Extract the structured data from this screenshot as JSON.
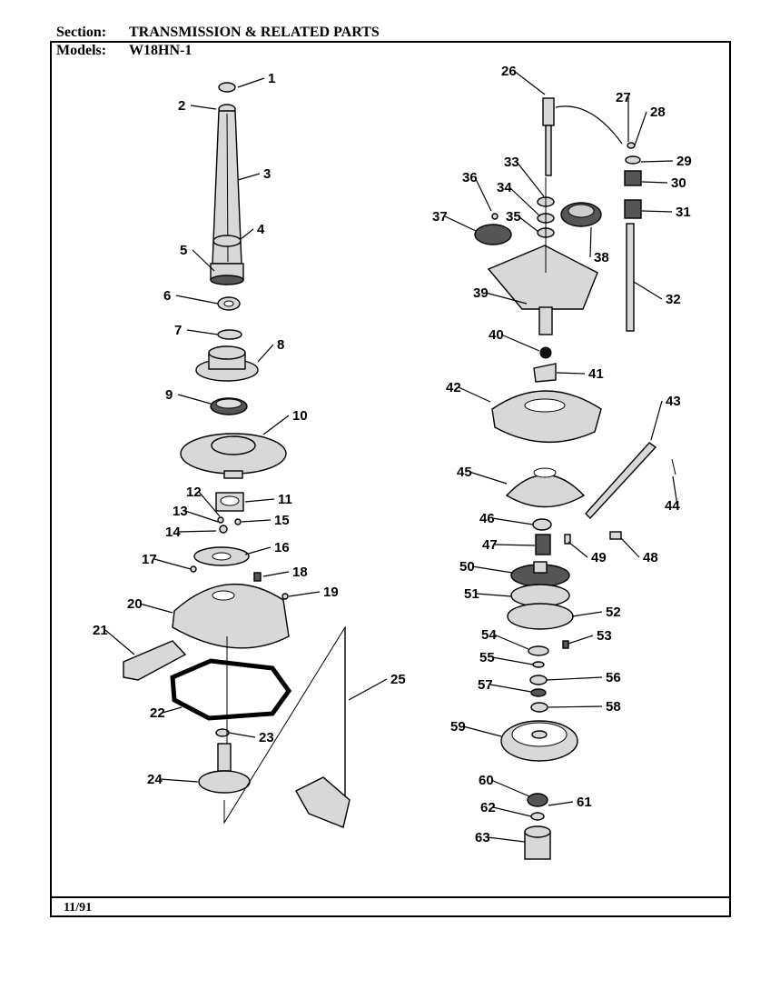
{
  "header": {
    "section_label": "Section:",
    "section_value": "TRANSMISSION & RELATED PARTS",
    "models_label": "Models:",
    "models_value": "W18HN-1"
  },
  "footer": {
    "date": "11/91"
  },
  "callouts": [
    "1",
    "2",
    "3",
    "4",
    "5",
    "6",
    "7",
    "8",
    "9",
    "10",
    "11",
    "12",
    "13",
    "14",
    "15",
    "16",
    "17",
    "18",
    "19",
    "20",
    "21",
    "22",
    "23",
    "24",
    "25",
    "26",
    "27",
    "28",
    "29",
    "30",
    "31",
    "32",
    "33",
    "34",
    "35",
    "36",
    "37",
    "38",
    "39",
    "40",
    "41",
    "42",
    "43",
    "44",
    "45",
    "46",
    "47",
    "48",
    "49",
    "50",
    "51",
    "52",
    "53",
    "54",
    "55",
    "56",
    "57",
    "58",
    "59",
    "60",
    "61",
    "62",
    "63"
  ]
}
